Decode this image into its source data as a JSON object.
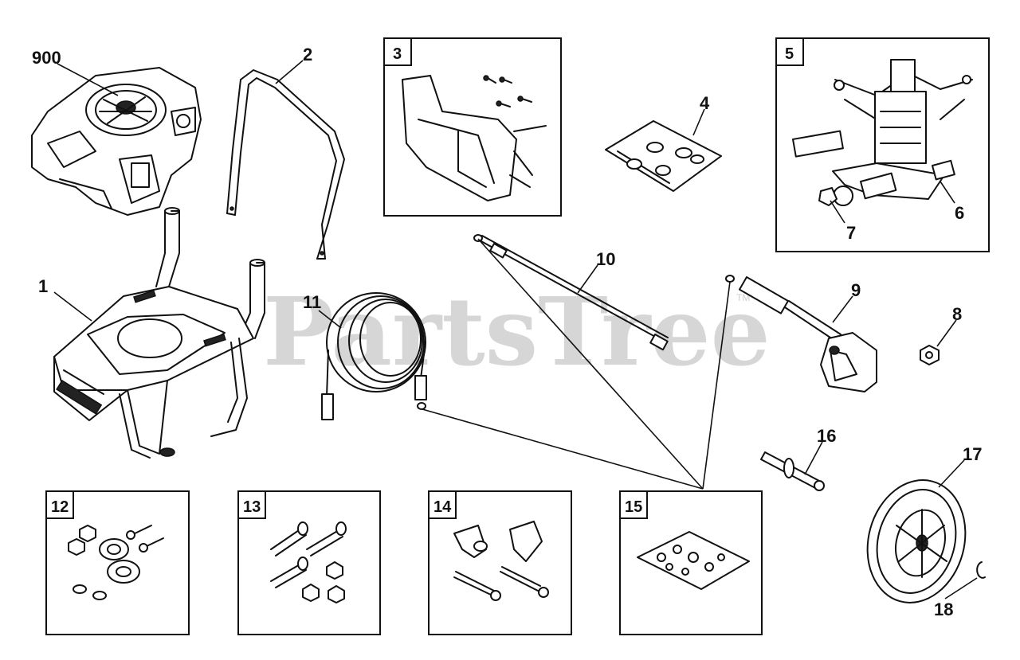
{
  "watermark": {
    "text": "PartsTree",
    "trademark": "TM"
  },
  "callouts": [
    {
      "id": "c900",
      "label": "900",
      "name": "engine"
    },
    {
      "id": "c1",
      "label": "1",
      "name": "frame"
    },
    {
      "id": "c2",
      "label": "2",
      "name": "handle"
    },
    {
      "id": "c4",
      "label": "4",
      "name": "nozzle-pack"
    },
    {
      "id": "c6",
      "label": "6",
      "name": "pump-fitting"
    },
    {
      "id": "c7",
      "label": "7",
      "name": "pump-nut"
    },
    {
      "id": "c8",
      "label": "8",
      "name": "lock-nut"
    },
    {
      "id": "c9",
      "label": "9",
      "name": "spray-gun"
    },
    {
      "id": "c10",
      "label": "10",
      "name": "wand"
    },
    {
      "id": "c11",
      "label": "11",
      "name": "hose"
    },
    {
      "id": "c16",
      "label": "16",
      "name": "axle-bolt"
    },
    {
      "id": "c17",
      "label": "17",
      "name": "wheel"
    },
    {
      "id": "c18",
      "label": "18",
      "name": "retaining-ring"
    }
  ],
  "boxes": [
    {
      "id": "b3",
      "label": "3",
      "name": "bracket-kit"
    },
    {
      "id": "b5",
      "label": "5",
      "name": "pump-assembly"
    },
    {
      "id": "b12",
      "label": "12",
      "name": "foot-hardware-kit"
    },
    {
      "id": "b13",
      "label": "13",
      "name": "bolt-kit"
    },
    {
      "id": "b14",
      "label": "14",
      "name": "knob-kit"
    },
    {
      "id": "b15",
      "label": "15",
      "name": "o-ring-kit"
    }
  ]
}
